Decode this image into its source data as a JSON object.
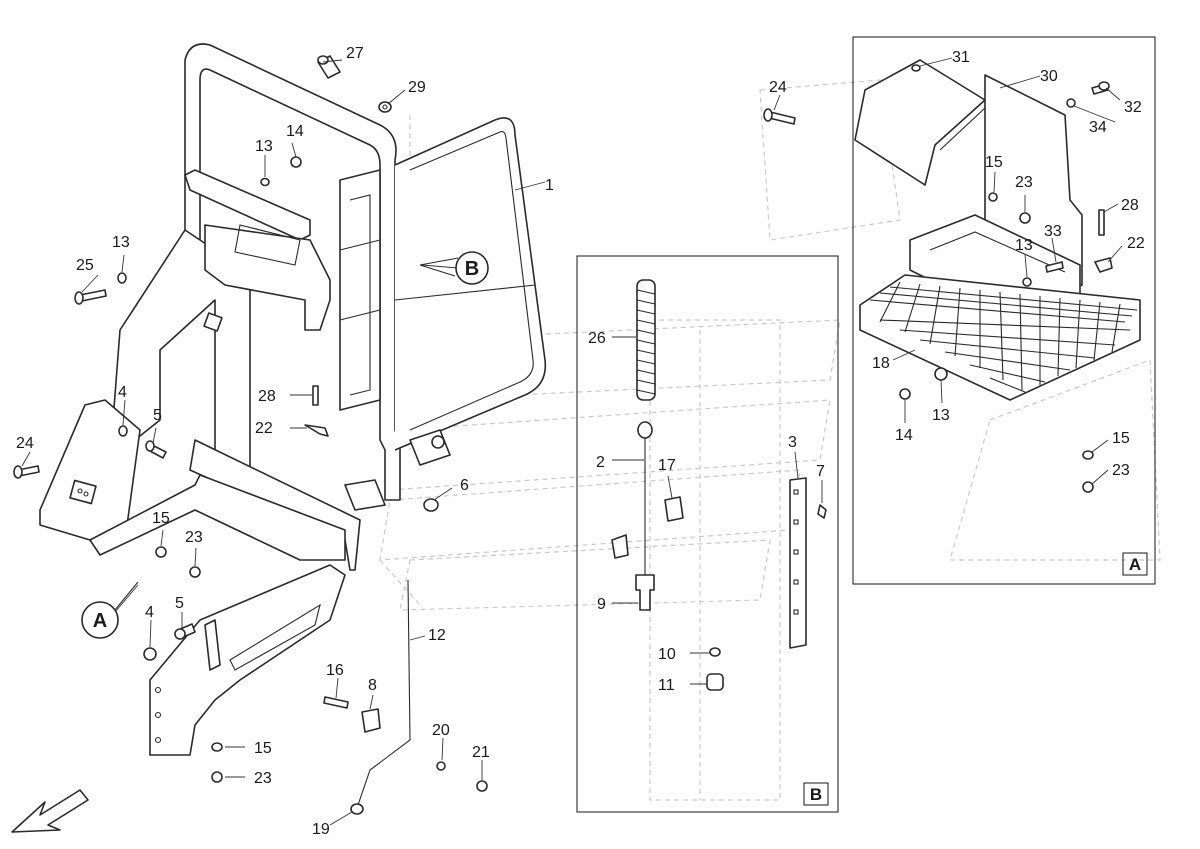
{
  "detail_labels": {
    "a": "A",
    "b": "B"
  },
  "callouts": {
    "c1": "1",
    "c2": "2",
    "c3": "3",
    "c4a": "4",
    "c4b": "4",
    "c5a": "5",
    "c5b": "5",
    "c6": "6",
    "c7": "7",
    "c8": "8",
    "c9": "9",
    "c10": "10",
    "c11": "11",
    "c12": "12",
    "c13a": "13",
    "c13b": "13",
    "c13c": "13",
    "c13d": "13",
    "c14a": "14",
    "c14b": "14",
    "c15a": "15",
    "c15b": "15",
    "c15c": "15",
    "c15d": "15",
    "c16": "16",
    "c17": "17",
    "c18": "18",
    "c19": "19",
    "c20": "20",
    "c21": "21",
    "c22a": "22",
    "c22b": "22",
    "c23a": "23",
    "c23b": "23",
    "c23c": "23",
    "c23d": "23",
    "c24a": "24",
    "c24b": "24",
    "c25": "25",
    "c26": "26",
    "c27": "27",
    "c28a": "28",
    "c28b": "28",
    "c29": "29",
    "c30": "30",
    "c31": "31",
    "c32": "32",
    "c33": "33",
    "c34": "34"
  },
  "colors": {
    "line": "#2a2a2a",
    "ghost": "#c9c9c9",
    "background": "#ffffff"
  }
}
